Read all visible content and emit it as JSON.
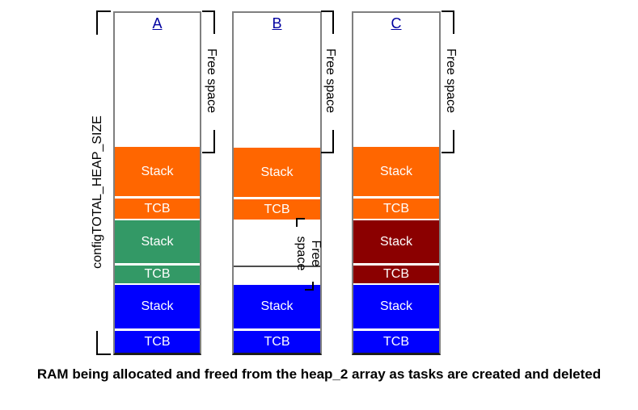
{
  "figure": {
    "heap_size_label": "configTOTAL_HEAP_SIZE",
    "caption": "RAM being allocated and freed from the heap_2 array as tasks are created and deleted"
  },
  "labels": {
    "free_space": "Free space",
    "free_space_line1": "Free",
    "free_space_line2": "space"
  },
  "colors": {
    "orange": "#FF6600",
    "green": "#339966",
    "blue": "#0000FF",
    "dark_red": "#8B0000",
    "title_navy": "#0000A0",
    "box_border": "#7f7f7f"
  },
  "columns": [
    {
      "title": "A",
      "blocks": [
        {
          "label": "Stack",
          "color": "orange"
        },
        {
          "label": "TCB",
          "color": "orange"
        },
        {
          "label": "Stack",
          "color": "green"
        },
        {
          "label": "TCB",
          "color": "green"
        },
        {
          "label": "Stack",
          "color": "blue"
        },
        {
          "label": "TCB",
          "color": "blue"
        }
      ]
    },
    {
      "title": "B",
      "blocks": [
        {
          "label": "Stack",
          "color": "orange"
        },
        {
          "label": "TCB",
          "color": "orange"
        },
        {
          "label": "Stack",
          "color": "blue"
        },
        {
          "label": "TCB",
          "color": "blue"
        }
      ],
      "freed_region_label": "Free space"
    },
    {
      "title": "C",
      "blocks": [
        {
          "label": "Stack",
          "color": "orange"
        },
        {
          "label": "TCB",
          "color": "orange"
        },
        {
          "label": "Stack",
          "color": "dark_red"
        },
        {
          "label": "TCB",
          "color": "dark_red"
        },
        {
          "label": "Stack",
          "color": "blue"
        },
        {
          "label": "TCB",
          "color": "blue"
        }
      ]
    }
  ]
}
